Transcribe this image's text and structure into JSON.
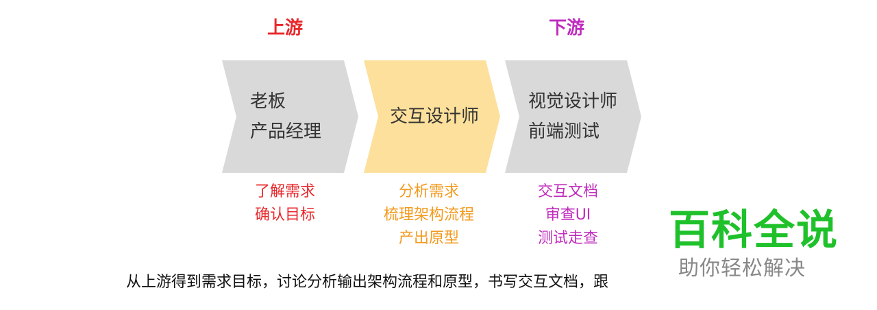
{
  "colors": {
    "upstream": "#e8282b",
    "downstream": "#c02cbd",
    "middle_tasks": "#f39a1e",
    "chevron_gray": "#d9d9d9",
    "chevron_yellow": "#fde09b",
    "watermark_green": "#1fc12a",
    "watermark_gray": "#888888"
  },
  "labels": {
    "upstream": "上游",
    "downstream": "下游"
  },
  "stages": [
    {
      "lines": [
        "老板",
        "产品经理"
      ]
    },
    {
      "lines": [
        "交互设计师"
      ]
    },
    {
      "lines": [
        "视觉设计师",
        "前端测试"
      ]
    }
  ],
  "tasks": [
    [
      "了解需求",
      "确认目标"
    ],
    [
      "分析需求",
      "梳理架构流程",
      "产出原型"
    ],
    [
      "交互文档",
      "审查UI",
      "测试走查"
    ]
  ],
  "caption": "从上游得到需求目标，讨论分析输出架构流程和原型，书写交互文档，跟",
  "watermark": {
    "title": "百科全说",
    "subtitle": "助你轻松解决"
  }
}
